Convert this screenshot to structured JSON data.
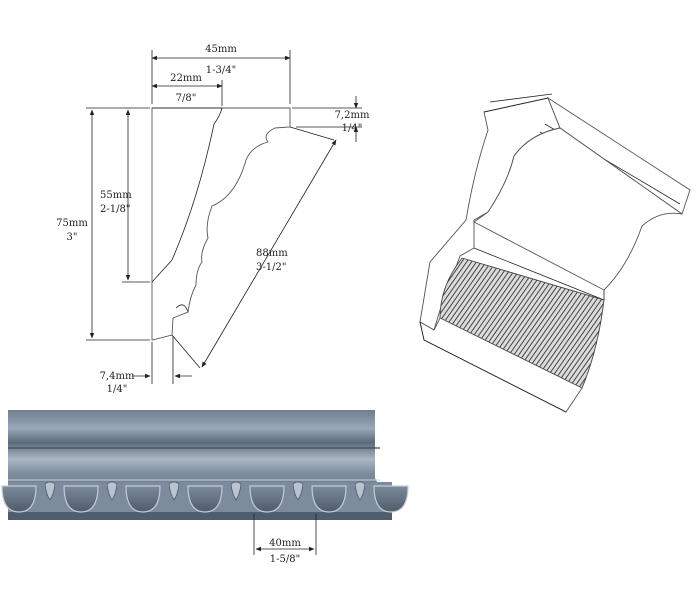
{
  "dimensions": {
    "top_width": {
      "metric": "45mm",
      "imperial": "1-3/4\""
    },
    "top_inner": {
      "metric": "22mm",
      "imperial": "7/8\""
    },
    "top_step": {
      "metric": "7,2mm",
      "imperial": "1/4\""
    },
    "total_height": {
      "metric": "75mm",
      "imperial": "3\""
    },
    "inner_height": {
      "metric": "55mm",
      "imperial": "2-1/8\""
    },
    "diagonal": {
      "metric": "88mm",
      "imperial": "3-1/2\""
    },
    "bottom_step": {
      "metric": "7,4mm",
      "imperial": "1/4\""
    },
    "repeat": {
      "metric": "40mm",
      "imperial": "1-5/8\""
    }
  },
  "colors": {
    "molding_dark": "#5b6b7c",
    "molding_mid": "#8897a8",
    "molding_light": "#b8c4d0"
  }
}
